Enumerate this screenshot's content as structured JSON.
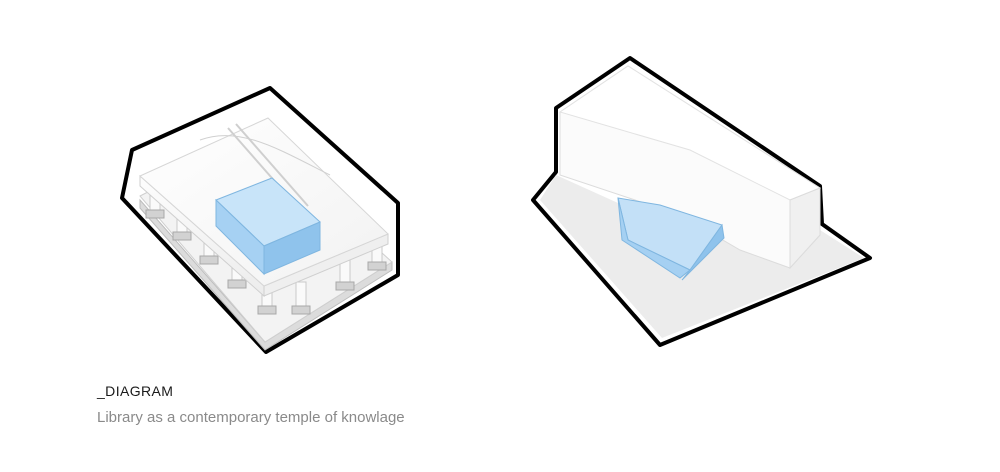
{
  "caption": {
    "title": "_DIAGRAM",
    "subtitle": "Library as a contemporary temple of knowlage"
  },
  "colors": {
    "outline": "#000000",
    "volume_blue": "#a9d3f3",
    "volume_blue_dark": "#86bde8",
    "shadow_grey": "#e9e9e9"
  },
  "figures": [
    {
      "name": "temple-diagram",
      "depicts": "white columned temple block with blue volume on roof"
    },
    {
      "name": "contemporary-diagram",
      "depicts": "white curved slab over blue tilted volume"
    }
  ]
}
